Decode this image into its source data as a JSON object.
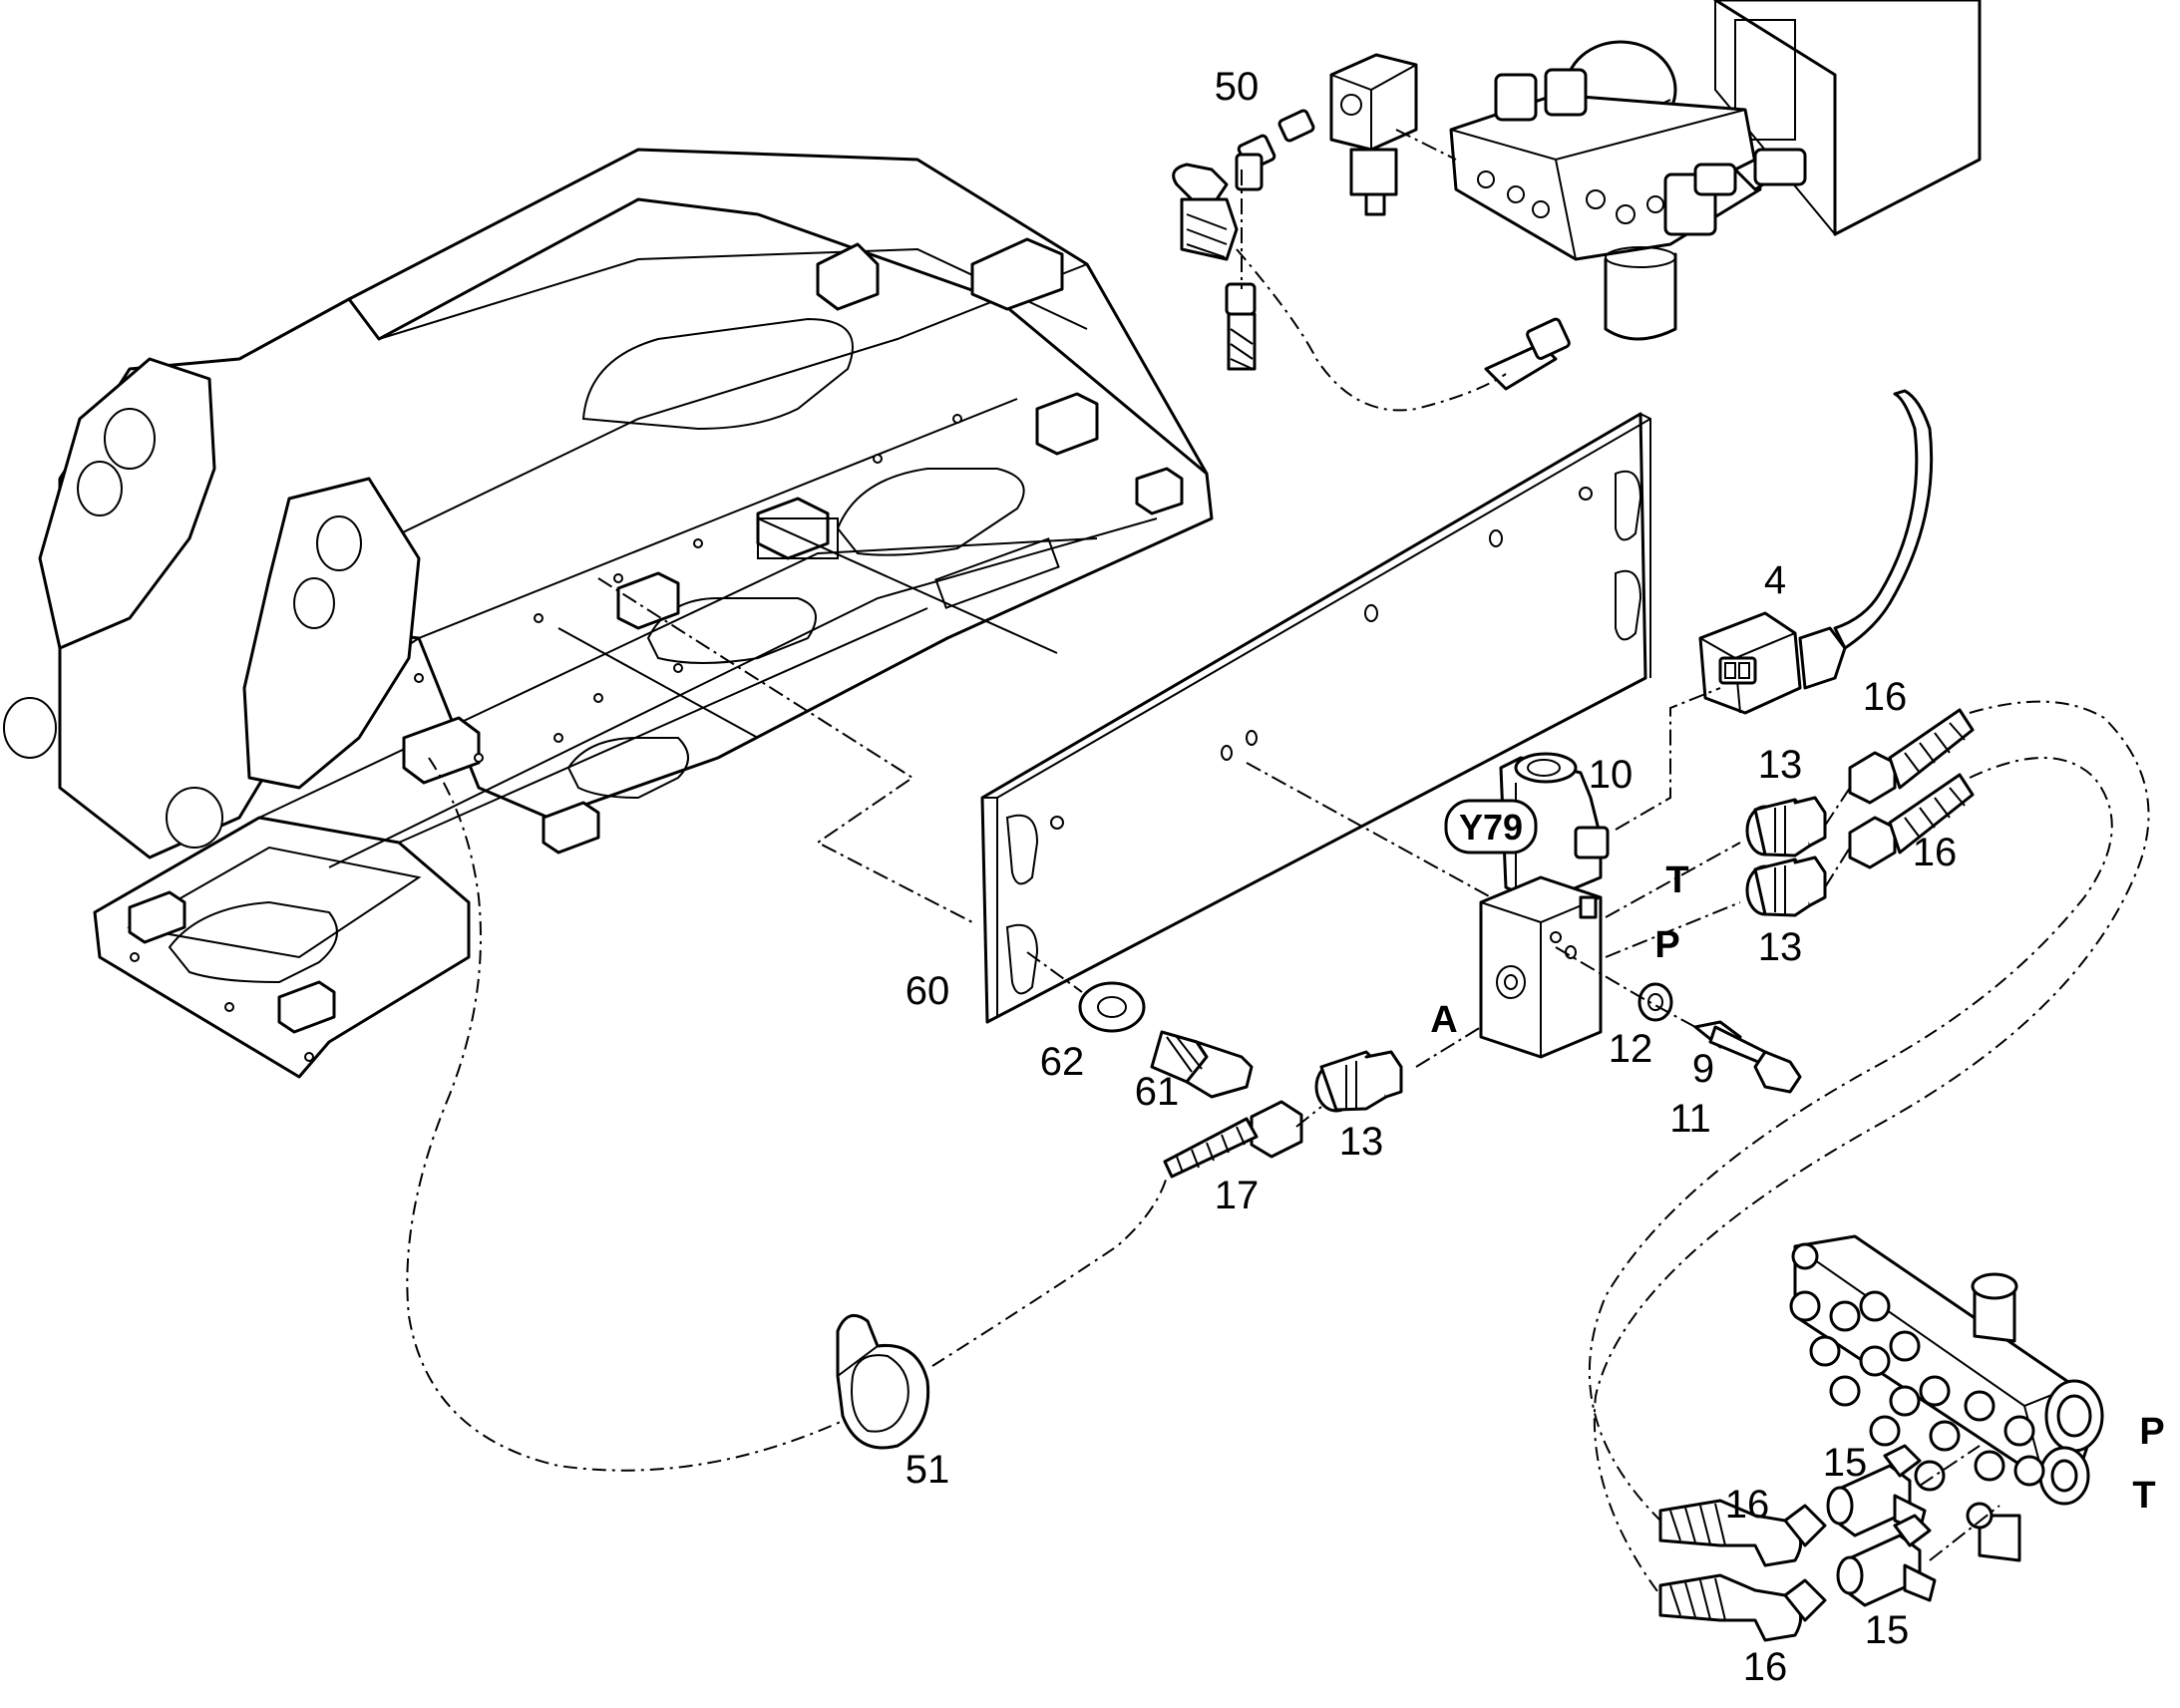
{
  "callouts": {
    "c50": "50",
    "c4": "4",
    "c10": "10",
    "c13_t": "13",
    "c16_t": "16",
    "c16_p": "16",
    "c13_p": "13",
    "c60": "60",
    "c62": "62",
    "c61": "61",
    "c12": "12",
    "c9": "9",
    "c11": "11",
    "c13_a": "13",
    "c17": "17",
    "c51": "51",
    "c15_a": "15",
    "c16_a": "16",
    "c15_b": "15",
    "c16_b": "16"
  },
  "ports": {
    "t_valve": "T",
    "p_valve": "P",
    "a_valve": "A",
    "p_manifold": "P",
    "t_manifold": "T"
  },
  "component_tag": "Y79"
}
